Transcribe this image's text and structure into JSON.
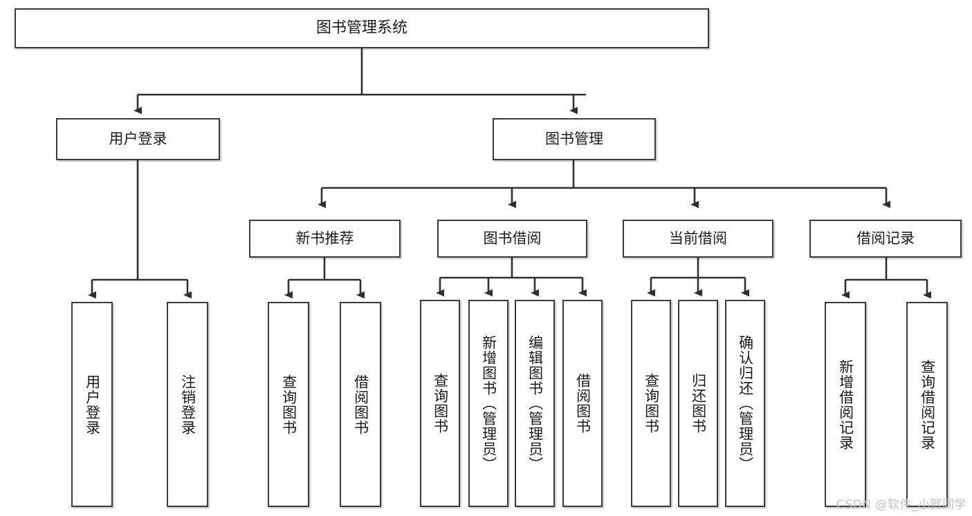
{
  "diagram": {
    "title": "图书管理系统",
    "type": "tree-hierarchy",
    "colors": {
      "box_border": "#3a3a3a",
      "box_fill": "#ffffff",
      "connector": "#2f2f2f",
      "watermark": "#c3c3c3",
      "background": "#ffffff"
    },
    "nodes": {
      "root": {
        "label": "图书管理系统"
      },
      "level2": [
        {
          "label": "用户登录"
        },
        {
          "label": "图书管理"
        }
      ],
      "level3": [
        {
          "label": "新书推荐"
        },
        {
          "label": "图书借阅"
        },
        {
          "label": "当前借阅"
        },
        {
          "label": "借阅记录"
        }
      ],
      "leaves": {
        "user_login": [
          {
            "label": "用户登录"
          },
          {
            "label": "注销登录"
          }
        ],
        "new_book_recommend": [
          {
            "label": "查询图书"
          },
          {
            "label": "借阅图书"
          }
        ],
        "book_borrow": [
          {
            "label": "查询图书"
          },
          {
            "label": "新增图书（管理员）"
          },
          {
            "label": "编辑图书（管理员）"
          },
          {
            "label": "借阅图书"
          }
        ],
        "current_borrow": [
          {
            "label": "查询图书"
          },
          {
            "label": "归还图书"
          },
          {
            "label": "确认归还（管理员）"
          }
        ],
        "borrow_record": [
          {
            "label": "新增借阅记录"
          },
          {
            "label": "查询借阅记录"
          }
        ]
      }
    },
    "watermark": "CSDN @软件_小贺同学"
  }
}
